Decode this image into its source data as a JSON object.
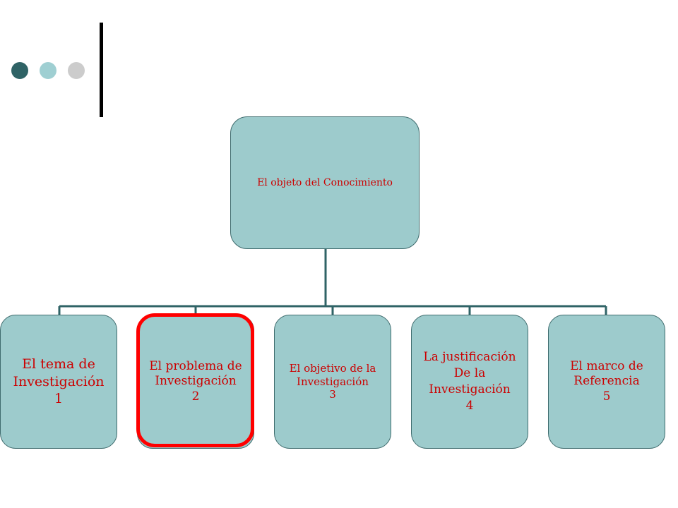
{
  "diagram": {
    "root": {
      "label": "El objeto del Conocimiento"
    },
    "children": [
      {
        "label": "El tema de\nInvestigación\n1"
      },
      {
        "label": "El problema de\nInvestigación\n2"
      },
      {
        "label": "El objetivo de la\nInvestigación\n3"
      },
      {
        "label": "La justificación\nDe la\nInvestigación\n4"
      },
      {
        "label": "El marco de\nReferencia\n5"
      }
    ],
    "highlighted_child": 2
  },
  "colors": {
    "box_fill": "#9dcbcc",
    "connector": "#2f6366",
    "text": "#cc0000",
    "highlight": "#ff0000",
    "dots": [
      "#2f6366",
      "#9fcfd2",
      "#cccccc"
    ]
  }
}
